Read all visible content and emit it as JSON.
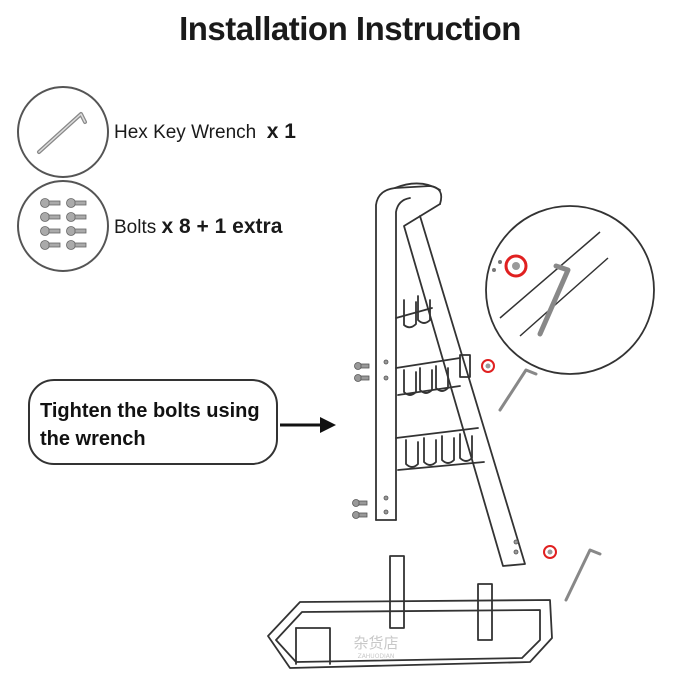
{
  "title": "Installation Instruction",
  "parts": [
    {
      "name": "Hex Key Wrench",
      "qty": "x 1",
      "icon": "hex-key-icon"
    },
    {
      "name": "Bolts",
      "qty": "x 8 + 1 extra",
      "icon": "bolts-icon"
    }
  ],
  "callout": {
    "line1": "Tighten the bolts using",
    "line2": "the wrench"
  },
  "watermark": {
    "text": "杂货店",
    "subtext": "ZAHUODIAN",
    "color": "#c8c8c8"
  },
  "colors": {
    "outline": "#333333",
    "highlight": "#e02020"
  }
}
